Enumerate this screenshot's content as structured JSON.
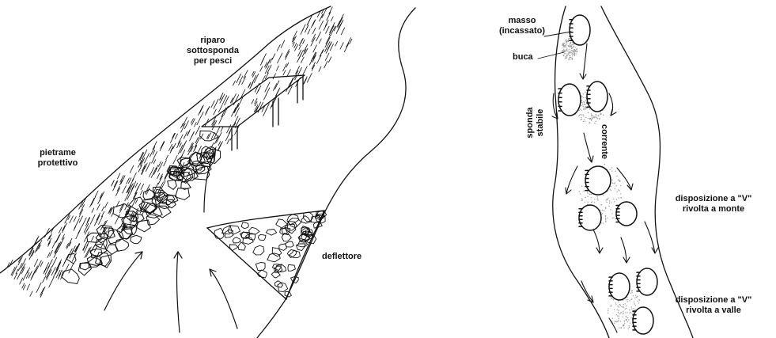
{
  "left_panel": {
    "labels": {
      "riparo": [
        "riparo",
        "sottosponda",
        "per pesci"
      ],
      "pietrame": [
        "pietrame",
        "protettivo"
      ],
      "deflettore": "deflettore"
    }
  },
  "right_panel": {
    "labels": {
      "masso": [
        "masso",
        "(incassato)"
      ],
      "buca": "buca",
      "sponda": [
        "sponda",
        "stabile"
      ],
      "corrente": "corrente",
      "v_monte": [
        "disposizione a \"V\"",
        "rivolta a monte"
      ],
      "v_valle": [
        "disposizione a \"V\"",
        "rivolta a valle"
      ]
    }
  },
  "colors": {
    "ink": "#111111",
    "paper": "#ffffff",
    "stipple": "#9a9a9a"
  }
}
